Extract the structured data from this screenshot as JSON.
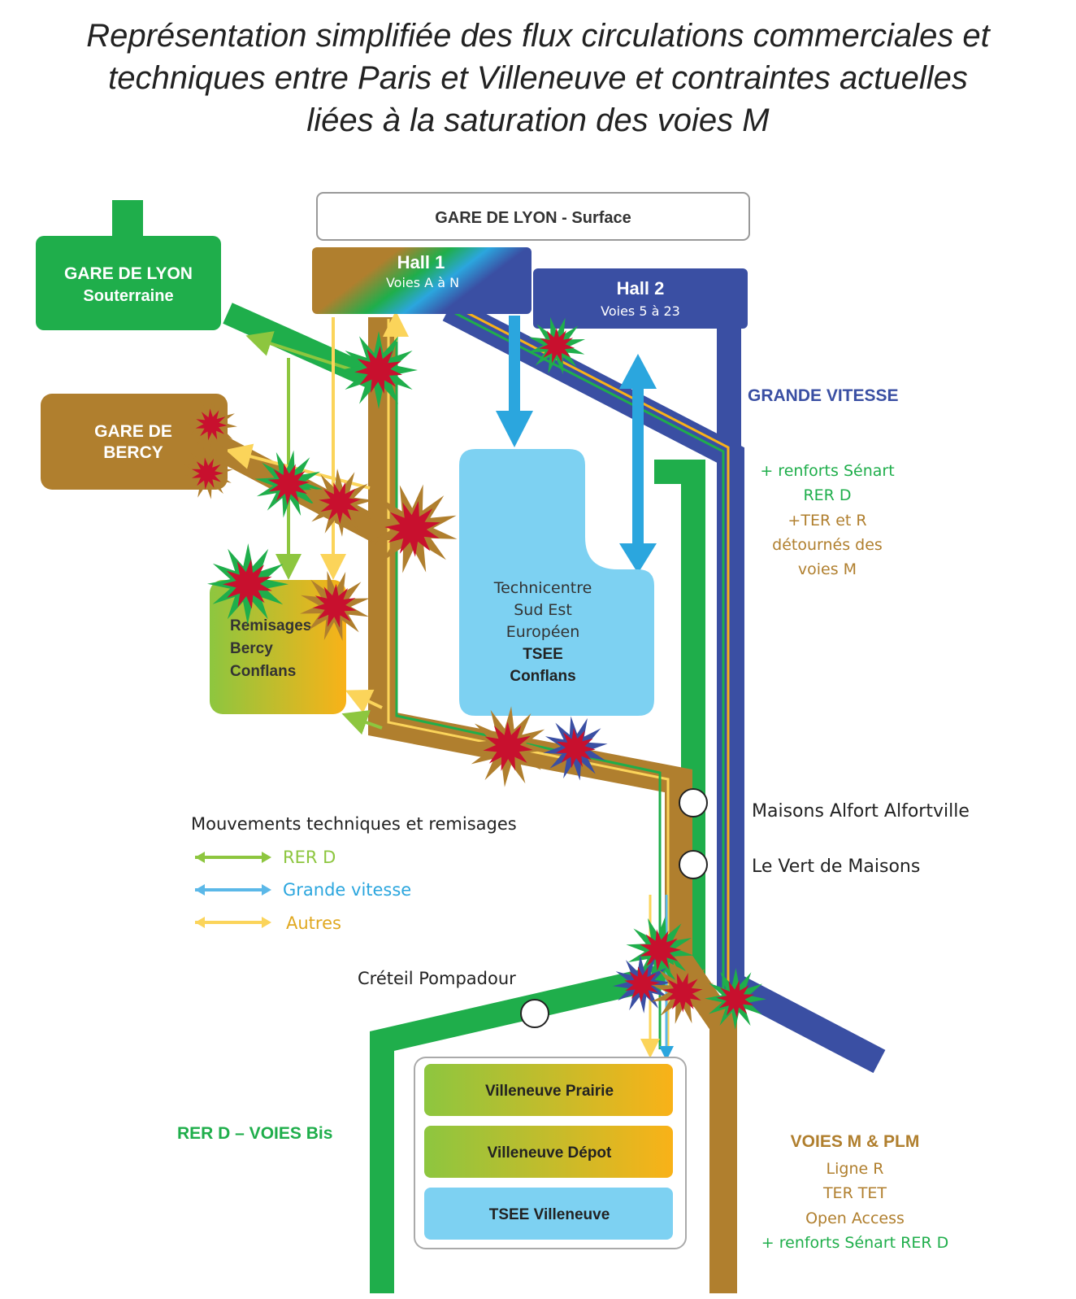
{
  "title": {
    "line1": "Représentation simplifiée des flux circulations commerciales et",
    "line2": "techniques entre Paris et Villeneuve et contraintes actuelles",
    "line3": "liées à la saturation des voies M"
  },
  "stations": {
    "gdl_surface": "GARE DE LYON - Surface",
    "gdl_sout_1": "GARE DE LYON",
    "gdl_sout_2": "Souterraine",
    "hall1": "Hall 1",
    "hall1_sub": "Voies A à N",
    "hall2": "Hall 2",
    "hall2_sub": "Voies 5 à 23",
    "bercy_1": "GARE DE",
    "bercy_2": "BERCY",
    "remisages_1": "Remisages",
    "remisages_2": "Bercy",
    "remisages_3": "Conflans",
    "tsee_1": "Technicentre",
    "tsee_2": "Sud Est",
    "tsee_3": "Européen",
    "tsee_4": "TSEE",
    "tsee_5": "Conflans",
    "maisons_alfort": "Maisons Alfort Alfortville",
    "vert_de_maisons": "Le Vert de Maisons",
    "creteil": "Créteil Pompadour",
    "vill_prairie": "Villeneuve  Prairie",
    "vill_depot": "Villeneuve  Dépot",
    "tsee_vill": "TSEE Villeneuve"
  },
  "annotations": {
    "grande_vitesse": "GRANDE VITESSE",
    "renforts_1": "+ renforts Sénart",
    "renforts_2": "RER D",
    "renforts_3": "+TER et R",
    "renforts_4": "détournés des",
    "renforts_5": "voies M",
    "rer_d_bis": "RER D – VOIES Bis",
    "voies_m": "VOIES M & PLM",
    "voies_m_1": "Ligne R",
    "voies_m_2": "TER TET",
    "voies_m_3": "Open Access",
    "voies_m_4": "+ renforts Sénart RER D"
  },
  "legend": {
    "title": "Mouvements techniques et remisages",
    "items": [
      {
        "label": "RER D",
        "color": "#8dc63f"
      },
      {
        "label": "Grande vitesse",
        "color": "#5bb8e8"
      },
      {
        "label": "Autres",
        "color": "#fbd45a"
      }
    ]
  },
  "colors": {
    "rer_d_green": "#1fae4b",
    "light_green": "#8dc63f",
    "brown": "#b07f2e",
    "blue_tgv": "#3a4fa3",
    "light_blue": "#7dd1f2",
    "yellow": "#fbd45a",
    "orange": "#f9b218",
    "conflict_red": "#c8102e"
  }
}
